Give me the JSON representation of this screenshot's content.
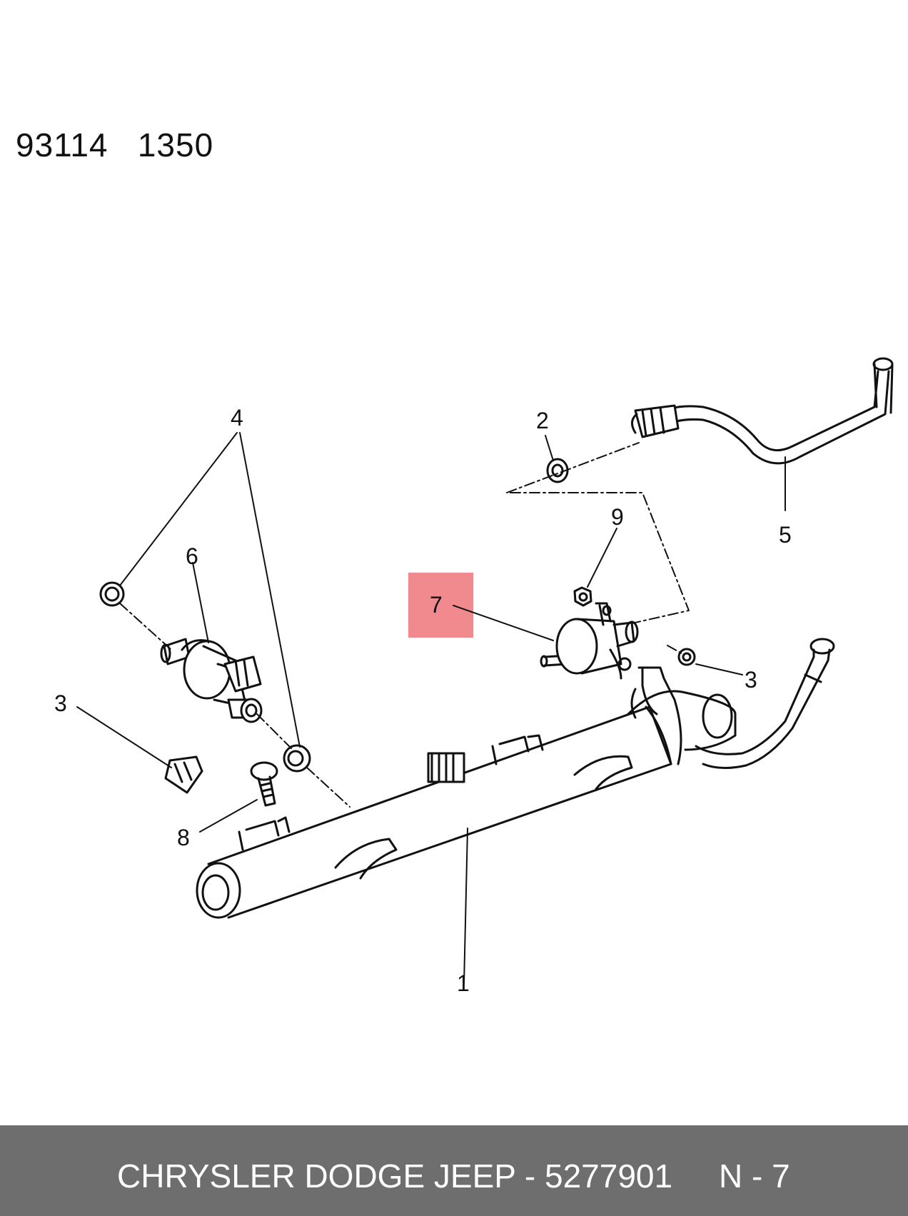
{
  "diagram": {
    "reference_code": "93114   1350",
    "highlighted_callout": "7",
    "highlight_color": "#f08a8f",
    "callouts": {
      "c1": "1",
      "c2": "2",
      "c3a": "3",
      "c3b": "3",
      "c4": "4",
      "c5": "5",
      "c6": "6",
      "c7": "7",
      "c8": "8",
      "c9": "9"
    }
  },
  "footer": {
    "label": "CHRYSLER DODGE JEEP - 5277901",
    "page": "N - 7",
    "background": "#6e6e6e"
  }
}
